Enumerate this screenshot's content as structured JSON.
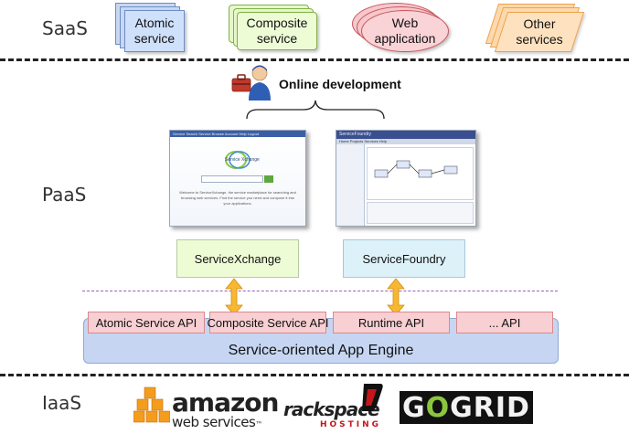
{
  "layers": {
    "saas": "SaaS",
    "paas": "PaaS",
    "iaas": "IaaS"
  },
  "saas_services": [
    {
      "label": "Atomic service",
      "style": "stacked-rectangles",
      "color": "#cfe0fb"
    },
    {
      "label": "Composite service",
      "style": "stacked-rounded-rectangles",
      "color": "#eefcd6"
    },
    {
      "label": "Web application",
      "style": "stacked-ellipses",
      "color": "#f9d3d6"
    },
    {
      "label": "Other services",
      "style": "stacked-parallelograms",
      "color": "#fee2bf"
    }
  ],
  "paas": {
    "online_development": "Online development",
    "developer_icon": "developer-with-toolbox-icon",
    "screenshot_left": {
      "brand": "Service Xchange",
      "nav": "Service Search Service Browse Account Help Logout",
      "description": "Welcome to ServiceXchange, the service marketplace for searching and browsing web services. Find the service you need and compose it into your applications."
    },
    "screenshot_right": {
      "title": "ServiceFoundry",
      "nav": "Home Projects Services Help"
    },
    "tools": [
      {
        "label": "ServiceXchange",
        "color": "#eefcd6"
      },
      {
        "label": "ServiceFoundry",
        "color": "#ddf1f9"
      }
    ],
    "apis": [
      "Atomic Service API",
      "Composite Service API",
      "Runtime API",
      "... API"
    ],
    "engine": "Service-oriented App Engine"
  },
  "iaas": {
    "amazon": {
      "word": "amazon",
      "sub": "web services",
      "tm": "™"
    },
    "rackspace": {
      "word": "rackspace",
      "sub": "HOSTING"
    },
    "gogrid": {
      "part1": "G",
      "part2": "O",
      "part3": "GRID"
    }
  },
  "colors": {
    "arrow": "#f7b731",
    "divider": "#222222",
    "purple_dash": "#9b5fbf"
  }
}
